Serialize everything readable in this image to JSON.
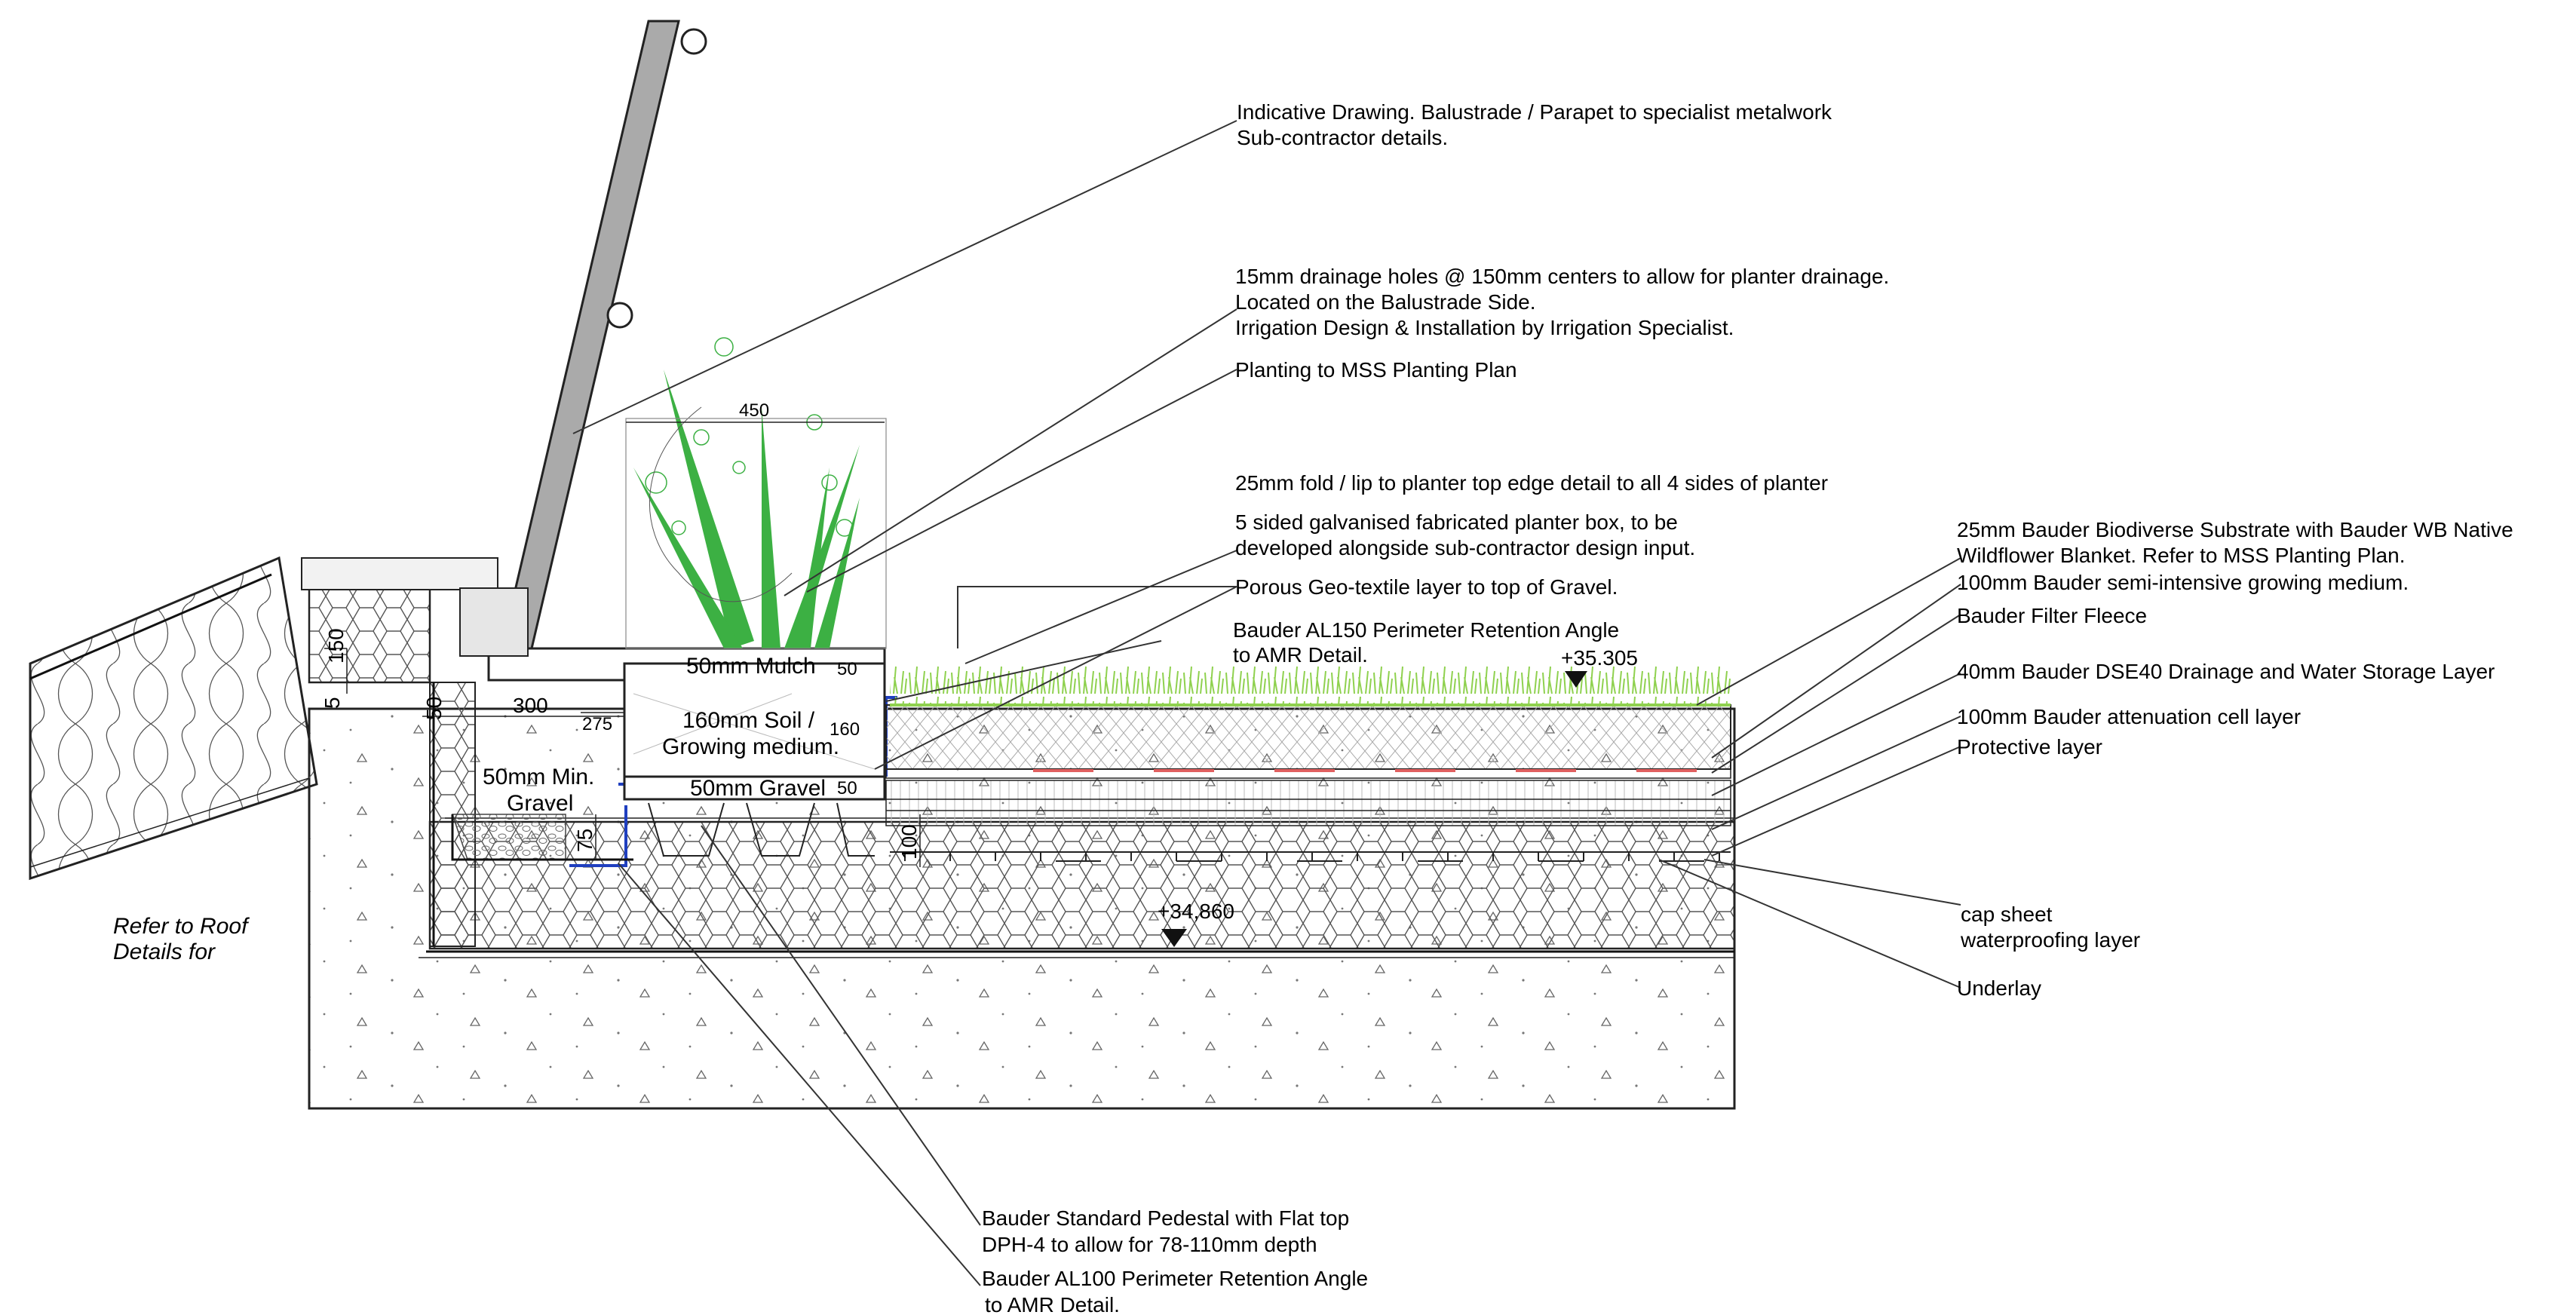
{
  "annotations": {
    "balustrade": [
      "Indicative Drawing. Balustrade / Parapet to specialist metalwork",
      "Sub-contractor details."
    ],
    "drainage_holes": [
      "15mm drainage holes @ 150mm centers to allow for planter drainage.",
      "Located on the Balustrade Side.",
      "Irrigation Design & Installation by Irrigation Specialist."
    ],
    "planting": "Planting to MSS Planting Plan",
    "fold_lip": "25mm fold / lip to planter top edge detail to all 4 sides of planter",
    "planter_box": [
      "5 sided galvanised fabricated planter box, to be",
      "developed alongside sub-contractor design input."
    ],
    "geotextile": "Porous Geo-textile layer to top of Gravel.",
    "al150": [
      "Bauder AL150 Perimeter Retention Angle",
      "to AMR Detail."
    ],
    "substrate": [
      "25mm Bauder Biodiverse Substrate with Bauder WB Native",
      "Wildflower Blanket. Refer to MSS Planting Plan."
    ],
    "growing_medium": "100mm Bauder semi-intensive growing medium.",
    "filter_fleece": "Bauder Filter Fleece",
    "drainage_layer": "40mm Bauder DSE40 Drainage and Water Storage Layer",
    "attenuation": "100mm Bauder attenuation cell layer",
    "protective": "Protective layer",
    "cap_sheet": [
      "cap sheet",
      "waterproofing layer"
    ],
    "underlay": "Underlay",
    "pedestal": [
      "Bauder Standard Pedestal with Flat top",
      "DPH-4 to allow for 78-110mm depth"
    ],
    "al100": [
      "Bauder AL100 Perimeter Retention Angle",
      "to AMR Detail."
    ],
    "refer_roof": [
      "Refer to Roof",
      "Details for"
    ]
  },
  "planter_labels": {
    "mulch": "50mm Mulch",
    "soil": [
      "160mm Soil /",
      "Growing medium."
    ],
    "gravel": "50mm Gravel",
    "min_gravel": [
      "50mm Min.",
      "Gravel"
    ]
  },
  "dimensions": {
    "width_450": "450",
    "mulch_50": "50",
    "soil_160": "160",
    "gravel_50": "50",
    "d275": "275",
    "d300": "300",
    "d150": "150",
    "d50": "50",
    "d5": "5",
    "d75": "75",
    "d100": "100"
  },
  "levels": {
    "top": "+35.305",
    "slab": "+34,860"
  },
  "colors": {
    "planting_green": "#3cb043",
    "grass_green": "#8fd14f",
    "waterproof_blue": "#1f3fbf",
    "fleece_red": "#e06060"
  }
}
